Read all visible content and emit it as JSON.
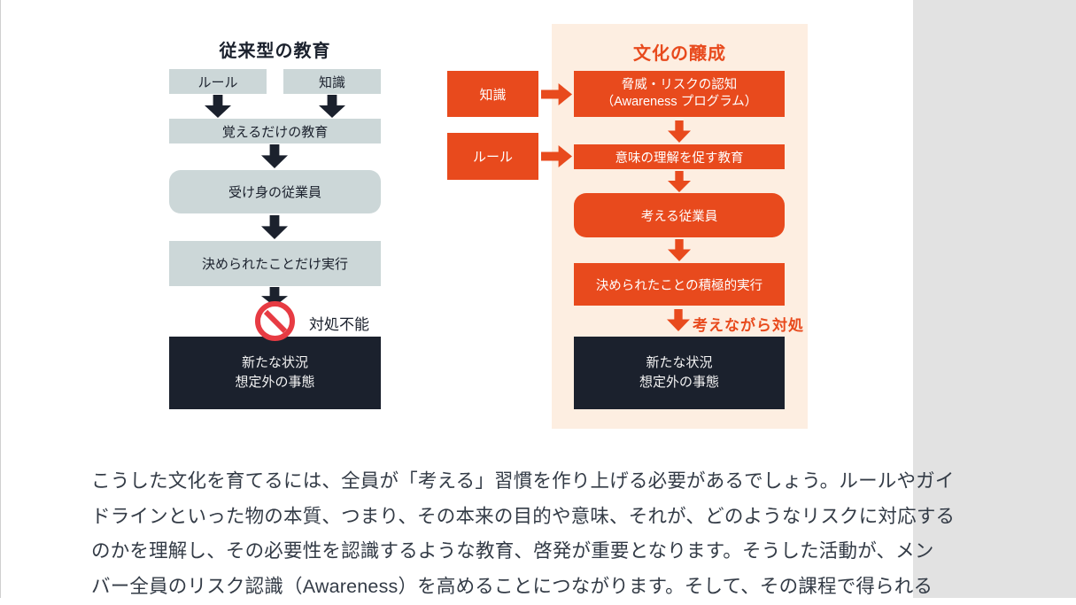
{
  "left_chart": {
    "title": "従来型の教育",
    "input_rule": "ルール",
    "input_knowledge": "知識",
    "step_education": "覚えるだけの教育",
    "step_employee": "受け身の従業員",
    "step_execution": "決められたことだけ実行",
    "fail_label": "対処不能",
    "outcome_line1": "新たな状況",
    "outcome_line2": "想定外の事態"
  },
  "right_chart": {
    "title": "文化の醸成",
    "input_knowledge": "知識",
    "input_rule": "ルール",
    "step_awareness_line1": "脅威・リスクの認知",
    "step_awareness_line2": "（Awareness プログラム）",
    "step_education": "意味の理解を促す教育",
    "step_employee": "考える従業員",
    "step_execution": "決められたことの積極的実行",
    "cope_label": "考えながら対処",
    "outcome_line1": "新たな状況",
    "outcome_line2": "想定外の事態"
  },
  "paragraph": {
    "line1": "こうした文化を育てるには、全員が「考える」習慣を作り上げる必要があるでしょう。ルールやガイ",
    "line2": "ドラインといった物の本質、つまり、その本来の目的や意味、それが、どのようなリスクに対応する",
    "line3": "のかを理解し、その必要性を認識するような教育、啓発が重要となります。そうした活動が、メン",
    "line4": "バー全員のリスク認識（Awareness）を高めることにつながります。そして、その課程で得られる"
  },
  "colors": {
    "accent_orange": "#e84a1d",
    "panel_cream": "#fdeee1",
    "box_steel": "#ccd7d8",
    "box_dark": "#1b212d",
    "prohibit_red": "#e73b43",
    "margin_gray": "#e2e2e2"
  }
}
